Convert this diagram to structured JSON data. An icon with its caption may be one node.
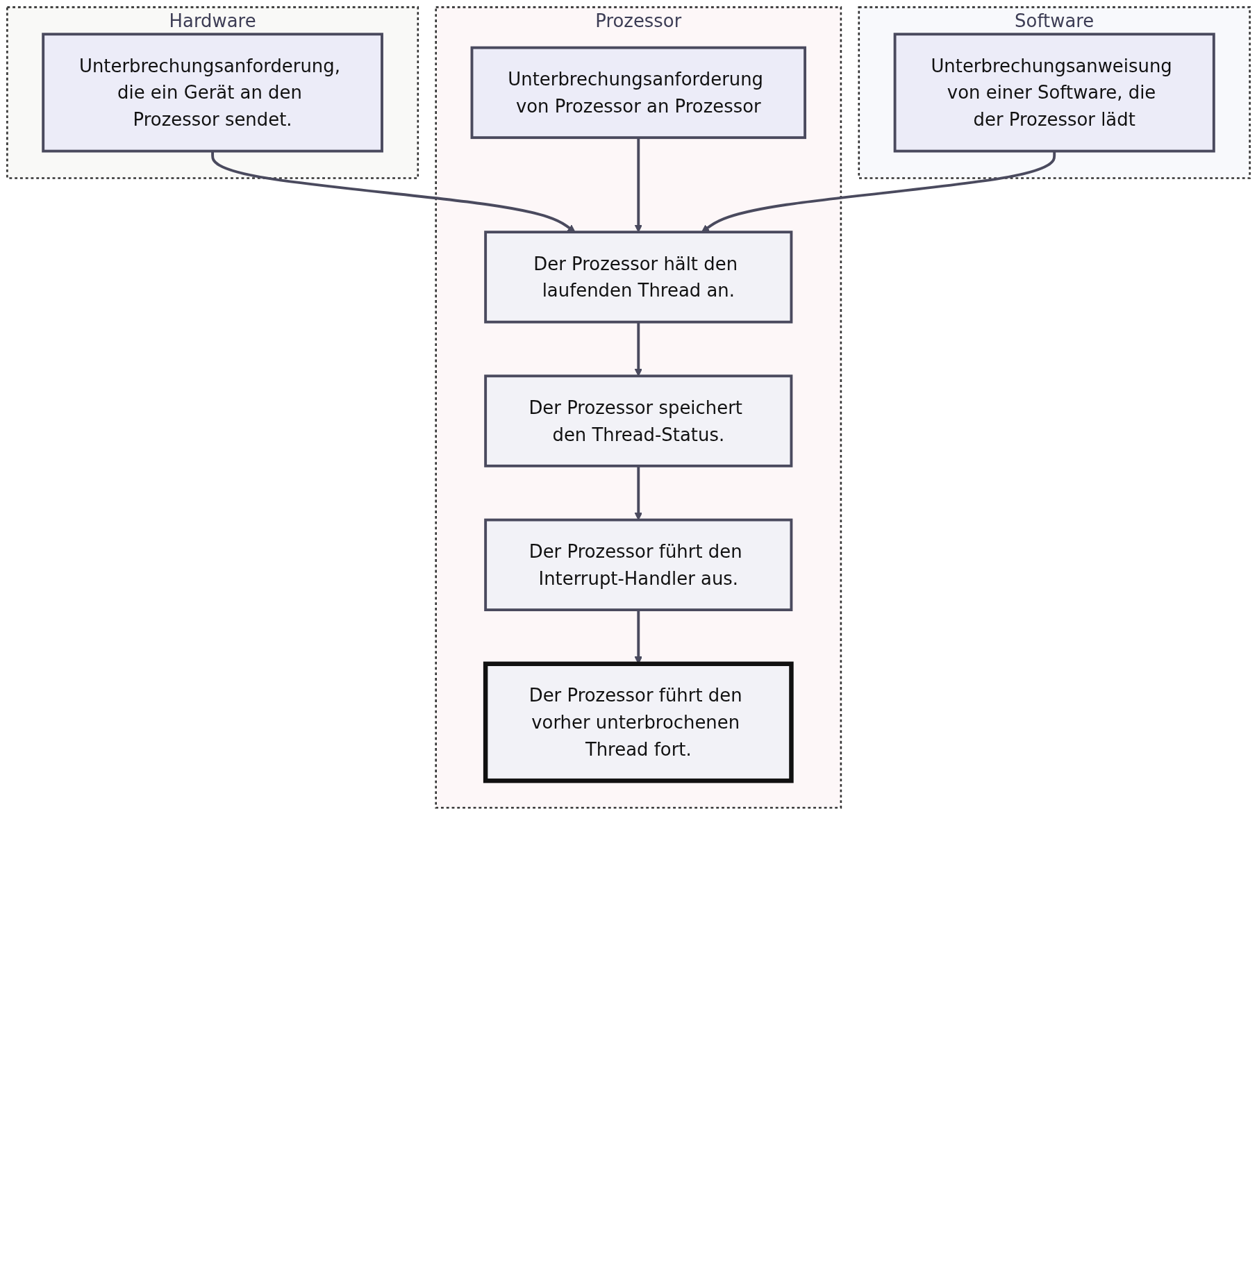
{
  "diagram": {
    "nodes": [
      {
        "text": [
          "Hardware"
        ]
      },
      {
        "text": [
          "Prozessor"
        ]
      },
      {
        "text": [
          "Software"
        ]
      },
      {
        "text": [
          "Unterbrechungsanforderung, die ein Gerät an den Prozessor sendet."
        ],
        "in": 0
      },
      {
        "text": [
          "Unterbrechungsanforderung von Prozessor an Prozessor"
        ],
        "in": 1
      },
      {
        "text": [
          "Unterbrechungsanweisung von einer Software, die der Prozessor lädt"
        ],
        "in": 2
      },
      {
        "text": [
          "Der Prozessor hält den laufenden Thread an."
        ],
        "in": 1
      },
      {
        "text": [
          "Der Prozessor speichert den Thread-Status."
        ],
        "in": 1
      },
      {
        "text": [
          "Der Prozessor führt den Interrupt-Handler aus."
        ],
        "in": 1
      },
      {
        "text": [
          "Der Prozessor führt den vorher unterbrochenen Thread fort."
        ],
        "in": 1
      }
    ],
    "edges": [
      {
        "from": 3,
        "to": 6,
        "arrow": "to"
      },
      {
        "from": 4,
        "to": 6,
        "arrow": "to"
      },
      {
        "from": 5,
        "to": 6,
        "arrow": "to"
      },
      {
        "from": 6,
        "to": 7,
        "arrow": "to"
      },
      {
        "from": 7,
        "to": 8,
        "arrow": "to"
      },
      {
        "from": 8,
        "to": 9,
        "arrow": "to"
      }
    ]
  }
}
